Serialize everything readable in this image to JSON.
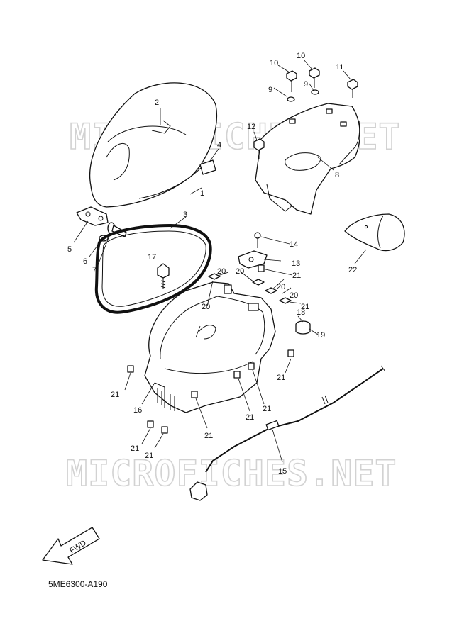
{
  "watermark": "MICROFICHES.NET",
  "diagram_code": "5ME6300-A190",
  "direction_label": "FWD",
  "callouts": [
    "1",
    "2",
    "3",
    "4",
    "5",
    "6",
    "7",
    "8",
    "9",
    "9",
    "10",
    "10",
    "11",
    "12",
    "13",
    "14",
    "15",
    "16",
    "17",
    "18",
    "19",
    "20",
    "20",
    "20",
    "20",
    "20",
    "21",
    "21",
    "21",
    "21",
    "21",
    "21",
    "21",
    "21",
    "21",
    "22"
  ]
}
